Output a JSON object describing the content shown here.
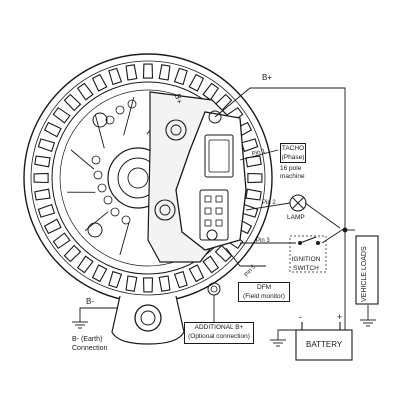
{
  "labels": {
    "b_plus": "B+",
    "b_minus": "B-",
    "earth_line1": "B- (Earth)",
    "earth_line2": "Connection",
    "tacho_line1": "TACHO",
    "tacho_line2": "(Phase)",
    "machine_line1": "16 pole",
    "machine_line2": "machine",
    "lamp": "LAMP",
    "ignition_line1": "IGNITION",
    "ignition_line2": "SWITCH",
    "dfm_line1": "DFM",
    "dfm_line2": "(Field monitor)",
    "battery": "BATTERY",
    "vehicle_loads": "VEHICLE LOADS",
    "additional_line1": "ADDITIONAL B+",
    "additional_line2": "(Optional connection)",
    "pin1": "Pin 1",
    "pin2": "Pin 2",
    "pin3": "Pin 3",
    "pin5": "Pin 5",
    "housing_b_plus": "B+",
    "battery_minus": "-",
    "battery_plus": "+"
  }
}
